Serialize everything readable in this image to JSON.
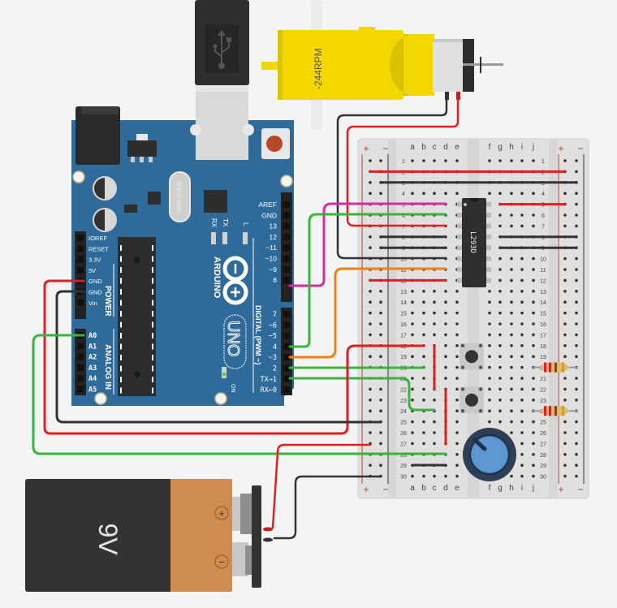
{
  "canvas": {
    "background": "#f3f4f6"
  },
  "arduino": {
    "brand": "ARDUINO",
    "model": "UNO",
    "crystal": "SPK16.000G",
    "power_header_label": "POWER",
    "analog_header_label": "ANALOG IN",
    "digital_header_label": "DIGITAL (PWM ~)",
    "power_pins": [
      "IOREF",
      "RESET",
      "3.3V",
      "5V",
      "GND",
      "GND",
      "Vin"
    ],
    "analog_pins": [
      "A0",
      "A1",
      "A2",
      "A3",
      "A4",
      "A5"
    ],
    "digital_top_pins": [
      "AREF",
      "GND",
      "13",
      "12",
      "~11",
      "~10",
      "~9",
      "8"
    ],
    "digital_bottom_pins": [
      "7",
      "~6",
      "~5",
      "4",
      "~3",
      "2",
      "TX→1",
      "RX←0"
    ],
    "led_labels": {
      "rx": "RX",
      "tx": "TX",
      "l": "L",
      "on": "ON"
    },
    "colors": {
      "board": "#2f6b9a",
      "header": "#222222",
      "on_led": "#3ddc3d"
    }
  },
  "motor": {
    "label": "-244RPM",
    "color": "#f2d800"
  },
  "driver_chip": {
    "label": "L293D"
  },
  "battery": {
    "label": "9V",
    "plus": "+",
    "minus": "−",
    "body": "#333333",
    "cap": "#d08b50"
  },
  "breadboard": {
    "rail_plus": "+",
    "rail_minus": "−",
    "columns_left": [
      "a",
      "b",
      "c",
      "d",
      "e"
    ],
    "columns_right": [
      "f",
      "g",
      "h",
      "i",
      "j"
    ],
    "rows": 30
  },
  "potentiometer": {
    "color": "#5b95cf"
  },
  "wire_colors": {
    "red": "#e02020",
    "black": "#333333",
    "green": "#3cb43c",
    "magenta": "#d42e9e",
    "orange": "#f08010"
  }
}
